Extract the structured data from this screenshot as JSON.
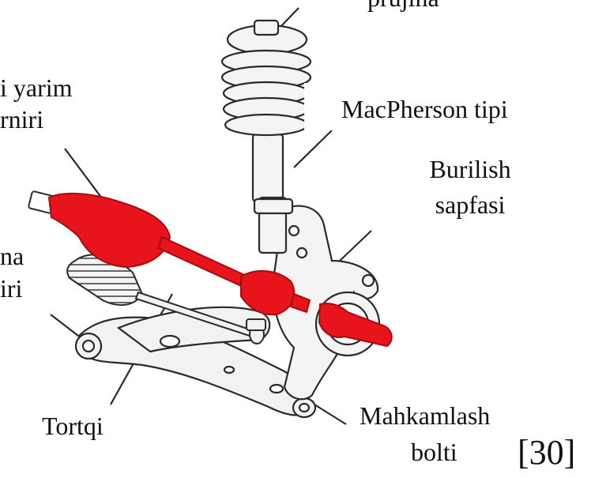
{
  "labels": {
    "top_cut": "prujina",
    "drive_line1": "i yarim",
    "drive_line2": "rniri",
    "macpherson": "MacPherson tipi",
    "burilish_line1": "Burilish",
    "burilish_line2": "sapfasi",
    "left_line1": "na",
    "left_line2": "iri",
    "tortqi": "Tortqi",
    "bolt_line1": "Mahkamlash",
    "bolt_line2": "bolti",
    "ref": "[30]"
  },
  "colors": {
    "highlight": "#e8141c",
    "highlight_dark": "#a50c12",
    "outline": "#2a2a2a",
    "part_fill": "#f2f2f2",
    "text": "#111111"
  },
  "icons": [
    "coil-spring-icon",
    "drive-shaft-icon",
    "steering-knuckle-icon",
    "control-arm-icon",
    "tie-rod-icon"
  ]
}
